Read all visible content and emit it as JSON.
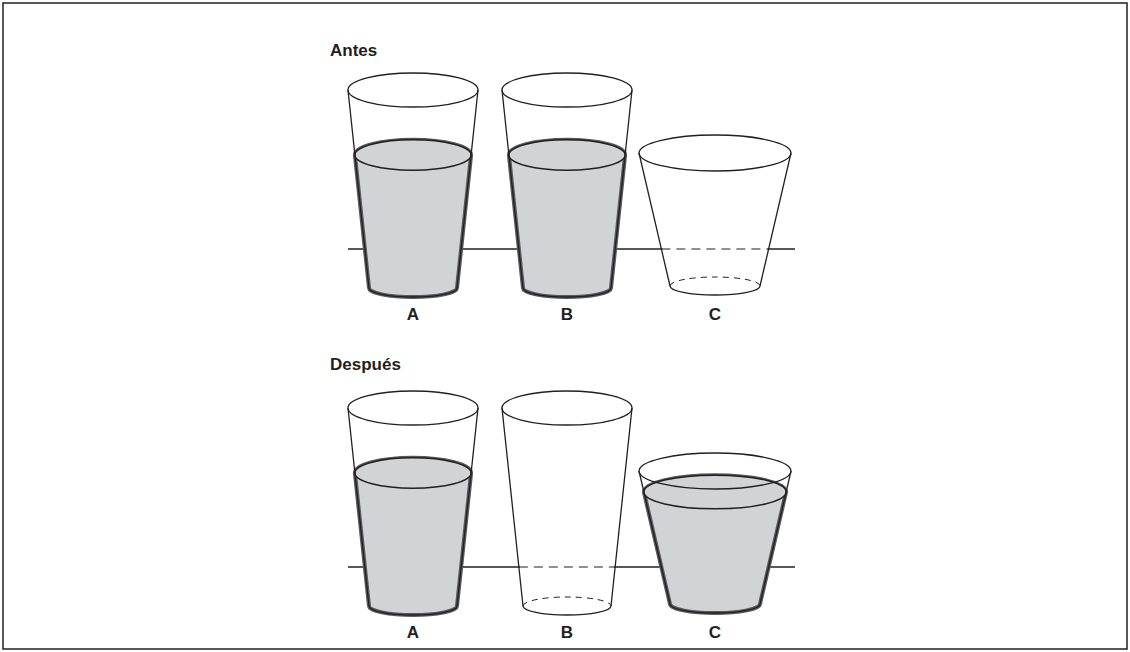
{
  "diagram": {
    "labels": [
      "Antes",
      "A",
      "B",
      "C",
      "Después",
      "A",
      "B",
      "C"
    ]
  }
}
